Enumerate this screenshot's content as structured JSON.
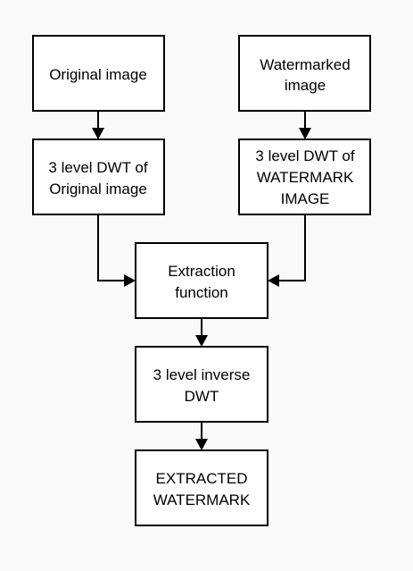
{
  "diagram": {
    "nodes": {
      "original_image": {
        "lines": [
          "Original image"
        ]
      },
      "watermarked_image": {
        "lines": [
          "Watermarked",
          "image"
        ]
      },
      "dwt_original": {
        "lines": [
          "3 level DWT of",
          "Original image"
        ]
      },
      "dwt_watermark": {
        "lines": [
          "3 level DWT of",
          "WATERMARK",
          "IMAGE"
        ]
      },
      "extraction_function": {
        "lines": [
          "Extraction",
          "function"
        ]
      },
      "inverse_dwt": {
        "lines": [
          "3 level inverse",
          "DWT"
        ]
      },
      "extracted_watermark": {
        "lines": [
          "EXTRACTED",
          "WATERMARK"
        ]
      }
    },
    "edges": [
      {
        "from": "original_image",
        "to": "dwt_original"
      },
      {
        "from": "watermarked_image",
        "to": "dwt_watermark"
      },
      {
        "from": "dwt_original",
        "to": "extraction_function"
      },
      {
        "from": "dwt_watermark",
        "to": "extraction_function"
      },
      {
        "from": "extraction_function",
        "to": "inverse_dwt"
      },
      {
        "from": "inverse_dwt",
        "to": "extracted_watermark"
      }
    ],
    "colors": {
      "background": "#fafafa",
      "box_fill": "#ffffff",
      "stroke": "#000000",
      "text": "#000000"
    }
  }
}
